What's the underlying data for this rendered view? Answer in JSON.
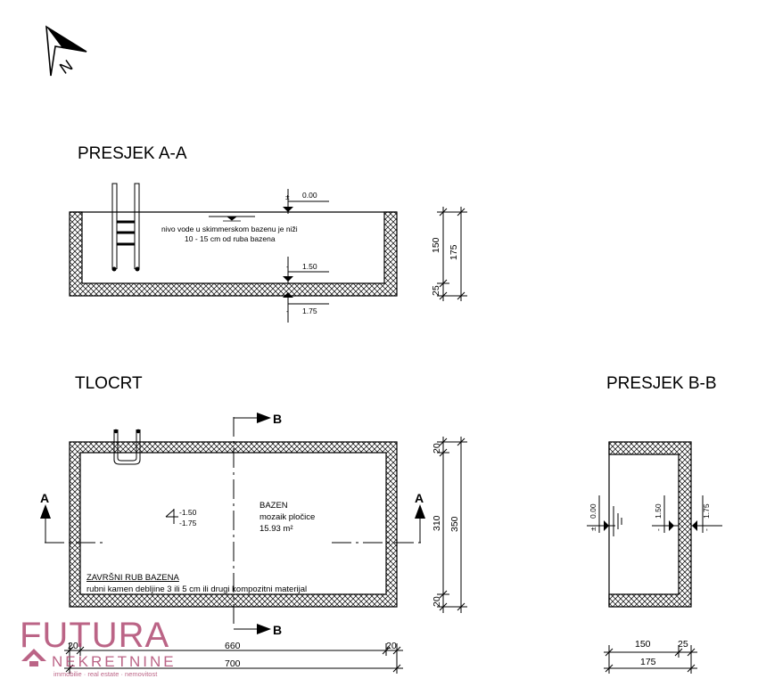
{
  "north_label": "N",
  "sections": {
    "aa": {
      "title": "PRESJEK A-A",
      "level_top_sign": "±",
      "level_top": "0.00",
      "level_mid_sign": "-",
      "level_mid": "1.50",
      "level_bot_sign": "-",
      "level_bot": "1.75",
      "water_note_line1": "nivo vode u skimmerskom bazenu je niži",
      "water_note_line2": "10 - 15 cm od ruba bazena",
      "dim_depth": "150",
      "dim_total": "175",
      "dim_floor": "25"
    },
    "plan": {
      "title": "TLOCRT",
      "cut_b_top": "B",
      "cut_b_bottom": "B",
      "cut_a_left": "A",
      "cut_a_right": "A",
      "level_upper": "-1.50",
      "level_lower": "-1.75",
      "room_name": "BAZEN",
      "room_finish": "mozaik pločice",
      "room_area": "15.93 m²",
      "edge_title": "ZAVRŠNI RUB BAZENA",
      "edge_desc": "rubni kamen debljine 3 ili 5 cm ili drugi kompozitni materijal",
      "dim_wall_top": "20",
      "dim_inner": "310",
      "dim_outer": "350",
      "dim_wall_bottom": "20",
      "dim_wall_left": "20",
      "dim_inner_len": "660",
      "dim_wall_right": "20",
      "dim_total_len": "700"
    },
    "bb": {
      "title": "PRESJEK B-B",
      "level_top_sign": "±",
      "level_top": "0.00",
      "level_mid_sign": "-",
      "level_mid": "1.50",
      "level_bot_sign": "-",
      "level_bot": "1.75",
      "dim_depth": "150",
      "dim_floor": "25",
      "dim_total": "175"
    }
  },
  "watermark": {
    "brand": "FUTURA",
    "sub": "NEKRETNINE",
    "tagline": "immobilie · real estate · nemovitost",
    "color": "#b04a72"
  }
}
